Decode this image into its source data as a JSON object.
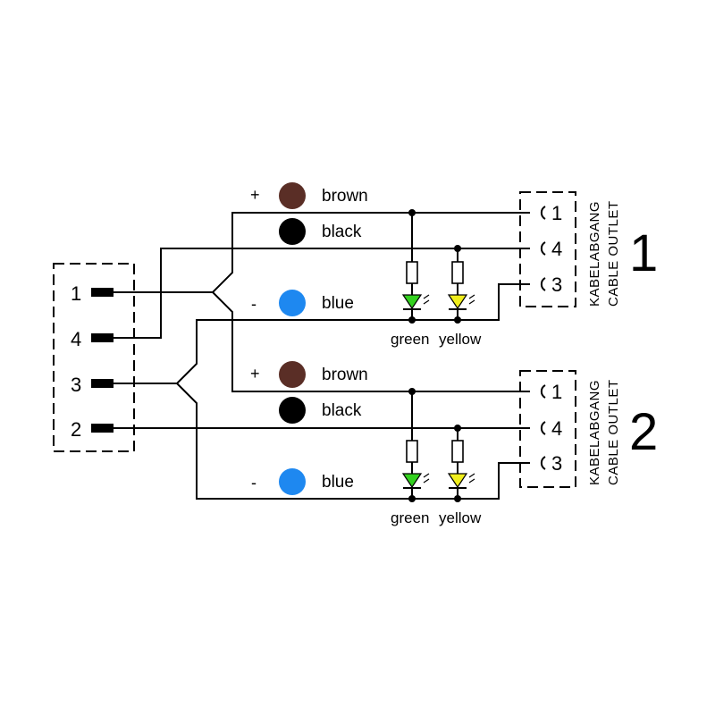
{
  "connector": {
    "pins": [
      "1",
      "4",
      "3",
      "2"
    ]
  },
  "outlets": [
    {
      "number": "1",
      "cable_label_de": "KABELABGANG",
      "cable_label_en": "CABLE OUTLET",
      "pins": [
        "1",
        "4",
        "3"
      ],
      "wires": {
        "plus_sign": "+",
        "minus_sign": "-",
        "brown": "brown",
        "black": "black",
        "blue": "blue"
      },
      "leds": {
        "green": "green",
        "yellow": "yellow"
      }
    },
    {
      "number": "2",
      "cable_label_de": "KABELABGANG",
      "cable_label_en": "CABLE OUTLET",
      "pins": [
        "1",
        "4",
        "3"
      ],
      "wires": {
        "plus_sign": "+",
        "minus_sign": "-",
        "brown": "brown",
        "black": "black",
        "blue": "blue"
      },
      "leds": {
        "green": "green",
        "yellow": "yellow"
      }
    }
  ],
  "colors": {
    "brown": "#5a2e26",
    "black": "#000000",
    "blue": "#1e88f0",
    "led_green": "#33d11f",
    "led_yellow": "#f0ee1c"
  }
}
